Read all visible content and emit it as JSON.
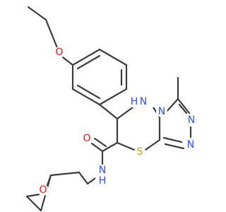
{
  "molecule": {
    "colors": {
      "carbon_bond": "#3c3c3c",
      "oxygen": "#ff0d0d",
      "nitrogen": "#3050f8",
      "sulfur": "#c8a000"
    },
    "atoms": [
      {
        "id": "o_ethoxy",
        "label": "O",
        "element": "oxygen"
      },
      {
        "id": "nh_ring",
        "label": "H",
        "sub": "N",
        "element": "nitrogen"
      },
      {
        "id": "n_fused",
        "label": "N",
        "element": "nitrogen"
      },
      {
        "id": "n_triazole_top",
        "label": "N",
        "element": "nitrogen"
      },
      {
        "id": "n_triazole_bottom",
        "label": "N",
        "element": "nitrogen"
      },
      {
        "id": "s_ring",
        "label": "S",
        "element": "sulfur"
      },
      {
        "id": "o_carbonyl",
        "label": "O",
        "element": "oxygen"
      },
      {
        "id": "n_amide",
        "label": "N",
        "element": "nitrogen"
      },
      {
        "id": "h_amide",
        "label": "H",
        "element": "nitrogen"
      },
      {
        "id": "o_thf",
        "label": "O",
        "element": "oxygen"
      }
    ]
  }
}
